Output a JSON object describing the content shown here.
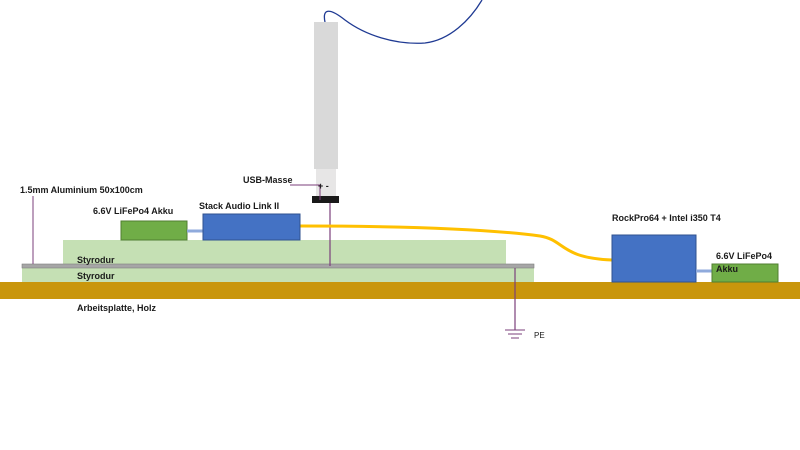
{
  "labels": {
    "usb_masse": "USB-Masse",
    "polarity": "+ -",
    "aluminium": "1.5mm Aluminium 50x100cm",
    "battery_left": "6.6V LiFePo4 Akku",
    "stack_audio": "Stack Audio Link II",
    "styrodur_top": "Styrodur",
    "styrodur_bottom": "Styrodur",
    "arbeitsplatte": "Arbeitsplatte, Holz",
    "pe": "PE",
    "rockpro": "RockPro64 + Intel i350 T4",
    "battery_right_line1": "6.6V LiFePo4",
    "battery_right_line2": "Akku"
  },
  "colors": {
    "wood": "#C9960C",
    "styrodur": "#C5E0B4",
    "aluminium": "#A6A6A6",
    "device_blue": "#4472C4",
    "battery_green": "#70AD47",
    "cable_yellow": "#FFC000",
    "ground_wire": "#7B3F7B",
    "usb_cable": "#1F3A93",
    "usb_stick": "#D9D9D9",
    "link_blue": "#8FAADC"
  }
}
